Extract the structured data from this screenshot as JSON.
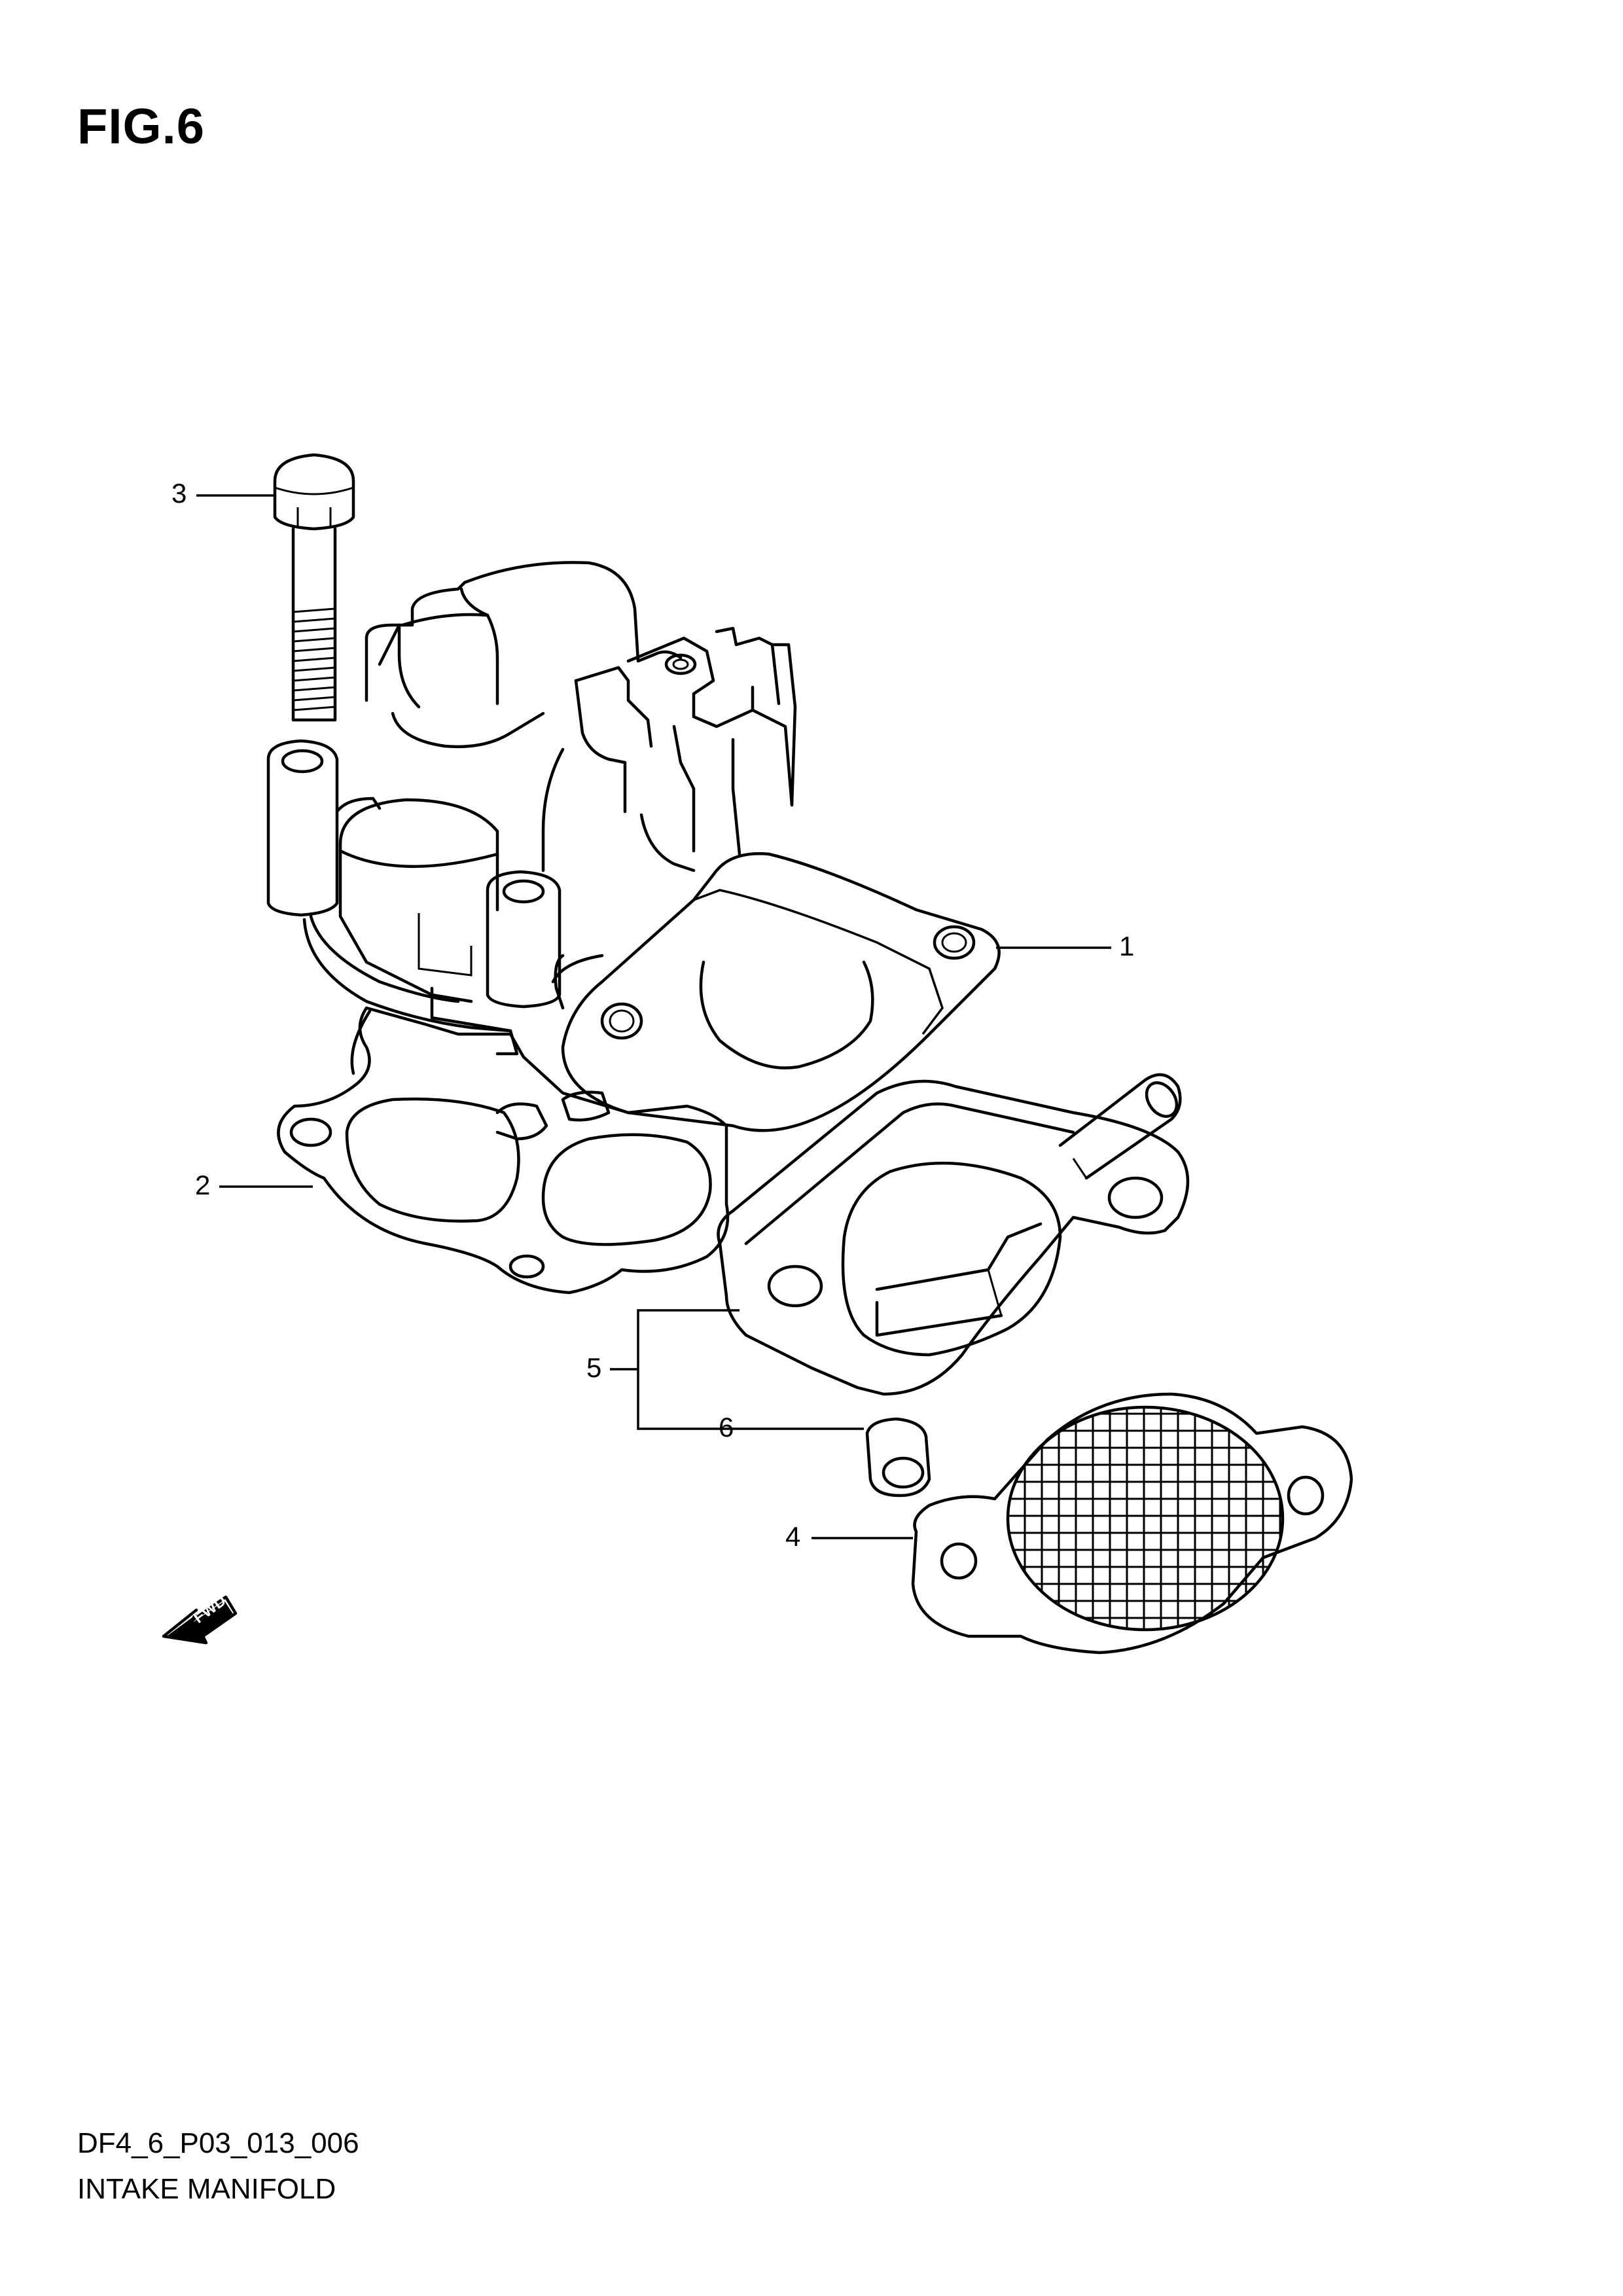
{
  "figure": {
    "title": "FIG.6"
  },
  "callouts": [
    {
      "id": "1",
      "label": "1"
    },
    {
      "id": "2",
      "label": "2"
    },
    {
      "id": "3",
      "label": "3"
    },
    {
      "id": "4",
      "label": "4"
    },
    {
      "id": "5",
      "label": "5"
    },
    {
      "id": "6",
      "label": "6"
    }
  ],
  "fwd_arrow": {
    "label": "FWD"
  },
  "footer": {
    "code": "DF4_6_P03_013_006",
    "name": "INTAKE MANIFOLD"
  }
}
